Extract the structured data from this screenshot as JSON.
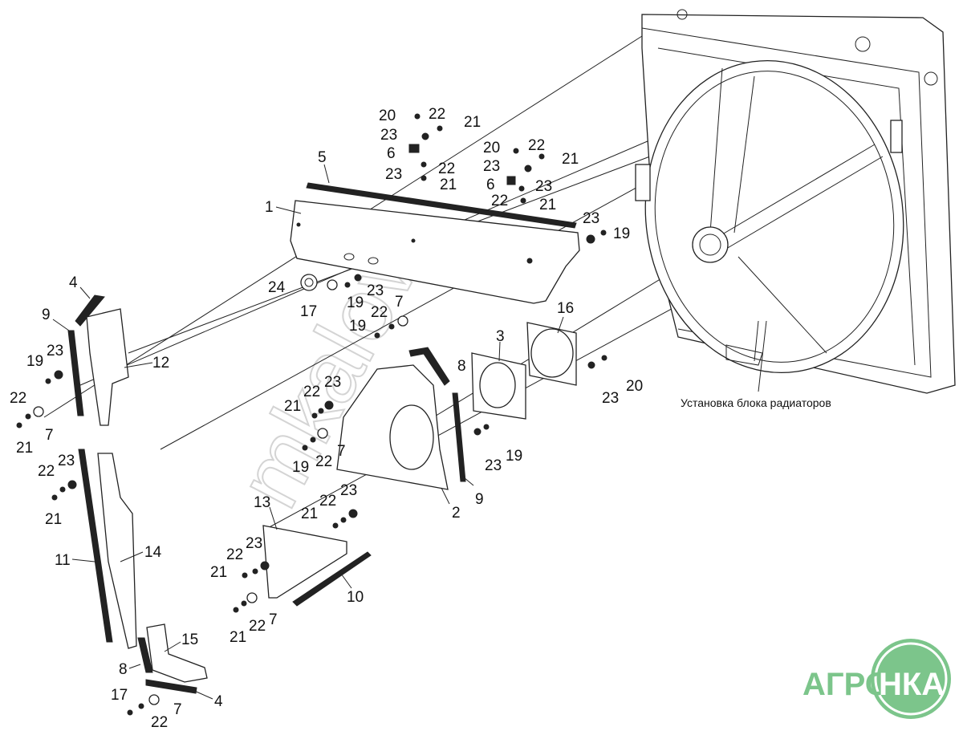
{
  "caption": "Установка блока радиаторов",
  "logo": {
    "left": "АГРО",
    "right": "НКА"
  },
  "watermark": "mkalov",
  "colors": {
    "logo": "#7cc58b",
    "line": "#222222"
  },
  "labels": {
    "l1": "1",
    "l2": "2",
    "l3": "3",
    "l4a": "4",
    "l4b": "4",
    "l5": "5",
    "l6a": "6",
    "l6b": "6",
    "l7a": "7",
    "l7b": "7",
    "l7c": "7",
    "l7d": "7",
    "l7e": "7",
    "l8a": "8",
    "l8b": "8",
    "l9a": "9",
    "l9b": "9",
    "l10": "10",
    "l11": "11",
    "l12": "12",
    "l13": "13",
    "l14": "14",
    "l15": "15",
    "l16": "16",
    "l17a": "17",
    "l17b": "17",
    "l19a": "19",
    "l19b": "19",
    "l19c": "19",
    "l19d": "19",
    "l19e": "19",
    "l19f": "19",
    "l20a": "20",
    "l20b": "20",
    "l20c": "20",
    "l21a": "21",
    "l21b": "21",
    "l21c": "21",
    "l21d": "21",
    "l21e": "21",
    "l21f": "21",
    "l21g": "21",
    "l21h": "21",
    "l21i": "21",
    "l21j": "21",
    "l22a": "22",
    "l22b": "22",
    "l22c": "22",
    "l22d": "22",
    "l22e": "22",
    "l22f": "22",
    "l22g": "22",
    "l22h": "22",
    "l22i": "22",
    "l22j": "22",
    "l22k": "22",
    "l22l": "22",
    "l22m": "22",
    "l23a": "23",
    "l23b": "23",
    "l23c": "23",
    "l23d": "23",
    "l23e": "23",
    "l23f": "23",
    "l23g": "23",
    "l23h": "23",
    "l23i": "23",
    "l23j": "23",
    "l23k": "23",
    "l23l": "23",
    "l23m": "23",
    "l24": "24"
  }
}
